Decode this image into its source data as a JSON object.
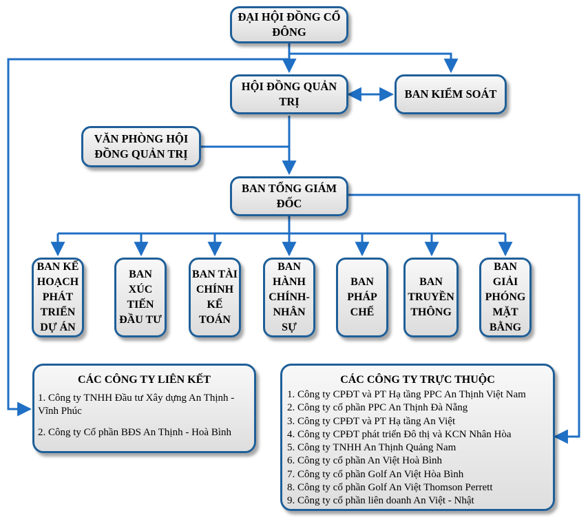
{
  "colors": {
    "connector": "#1f6fc4",
    "box_border": "#1f5f98"
  },
  "nodes": {
    "dhdcd": "ĐẠI HỘI ĐỒNG CỔ ĐÔNG",
    "hdqt": "HỘI ĐỒNG QUẢN TRỊ",
    "bks": "BAN KIỂM SOÁT",
    "vphdqt": "VĂN PHÒNG HỘI ĐỒNG QUẢN TRỊ",
    "btgd": "BAN TỔNG GIÁM ĐỐC"
  },
  "departments": [
    "BAN KẾ HOẠCH PHÁT TRIỂN DỰ ÁN",
    "BAN XÚC TIẾN ĐẦU TƯ",
    "BAN TÀI CHÍNH KẾ TOÁN",
    "BAN HÀNH CHÍNH-NHÂN SỰ",
    "BAN PHÁP CHẾ",
    "BAN TRUYỀN THÔNG",
    "BAN GIẢI PHÓNG MẶT BẰNG"
  ],
  "associates": {
    "title": "CÁC CÔNG TY LIÊN KẾT",
    "items": [
      "1. Công ty TNHH Đầu tư Xây dựng An Thịnh - Vĩnh Phúc",
      "2. Công ty Cổ phần BĐS An Thịnh - Hoà Bình"
    ]
  },
  "subsidiaries": {
    "title": "CÁC CÔNG TY TRỰC THUỘC",
    "items": [
      "1. Công ty CPĐT và PT Hạ tầng  PPC An Thịnh Việt Nam",
      "2. Công ty cổ phần  PPC An Thịnh Đà Nẵng",
      "3. Công ty CPĐT và PT Hạ tầng An Việt",
      "4. Công ty CPĐT phát triển Đô thị và KCN Nhân Hòa",
      "5. Công ty TNHH An Thịnh Quảng Nam",
      "6. Công ty cổ phần An Việt Hoà Bình",
      "7. Công ty cổ phần Golf An Việt Hòa Bình",
      "8. Công ty cổ phần Golf An Việt Thomson Perrett",
      "9. Công ty cổ phần liên doanh An Việt - Nhật"
    ]
  }
}
